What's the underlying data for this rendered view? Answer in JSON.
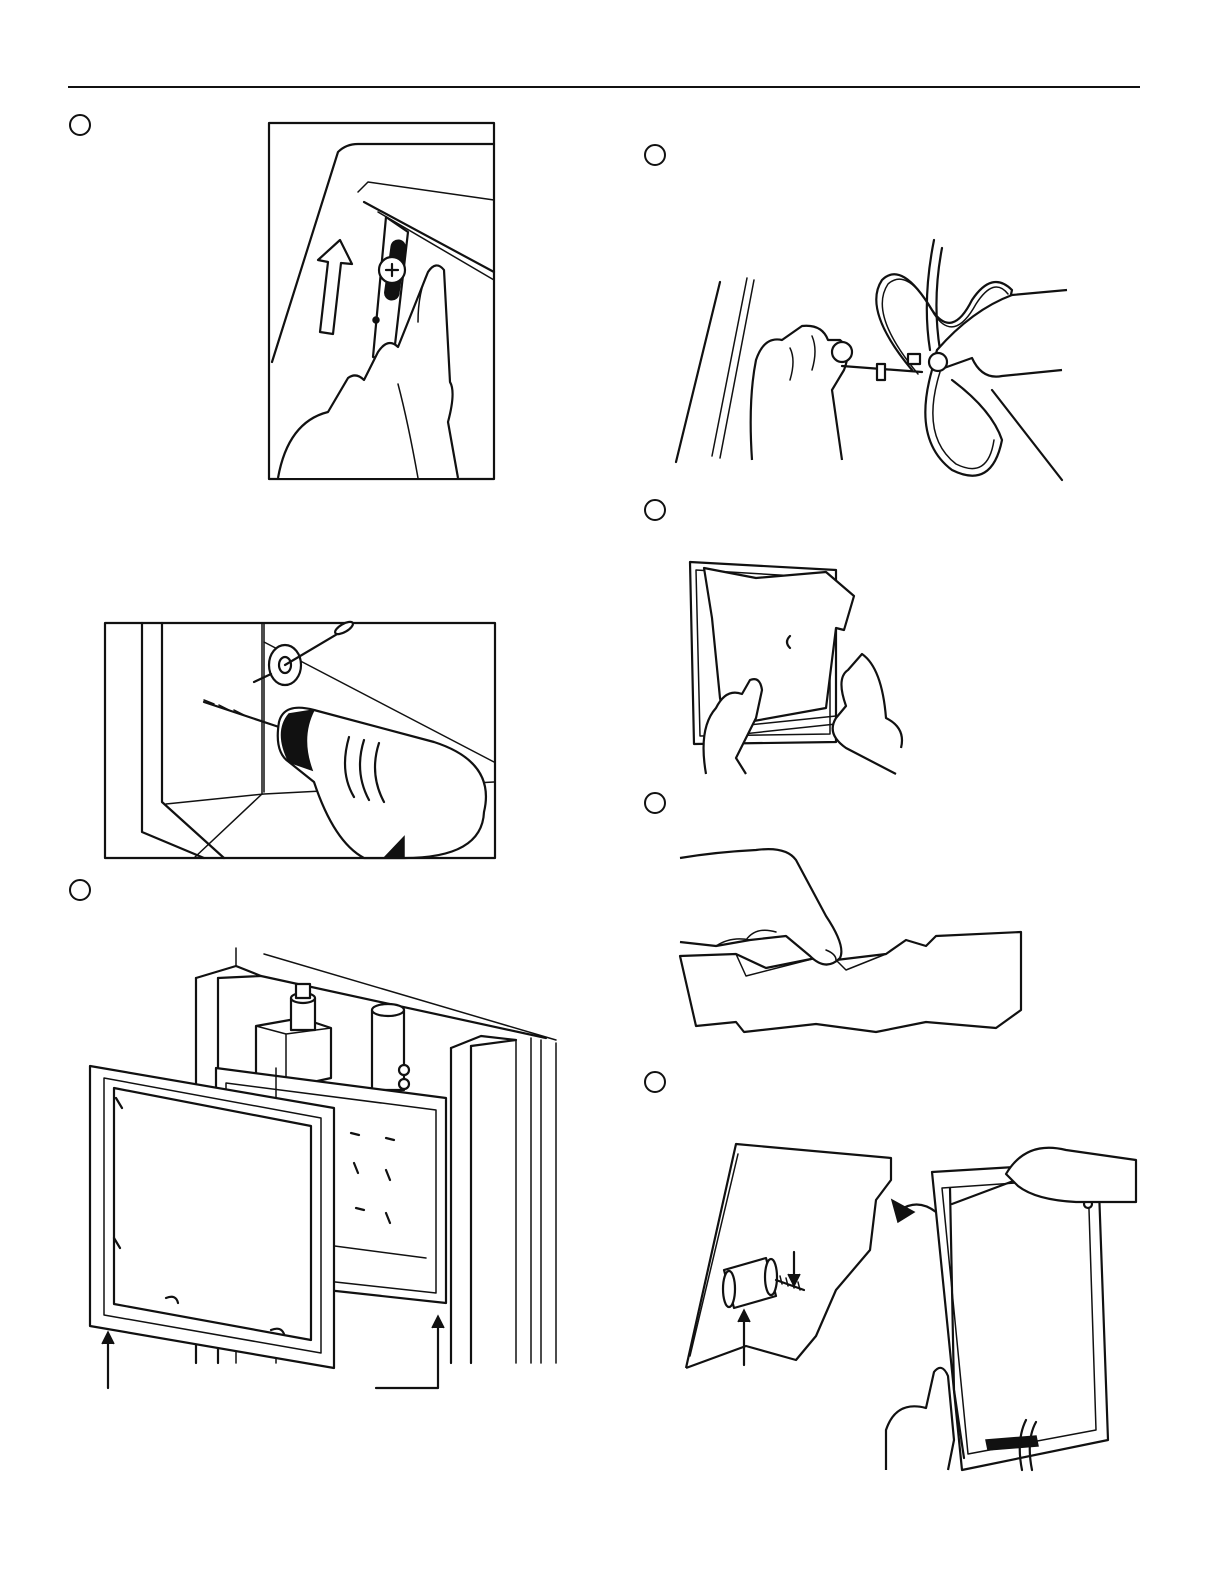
{
  "page": {
    "steps": [
      {
        "id": "step-1",
        "icon": "step-marker-circle"
      },
      {
        "id": "step-2",
        "icon": "step-marker-circle"
      },
      {
        "id": "step-3",
        "icon": "step-marker-circle"
      },
      {
        "id": "step-4",
        "icon": "step-marker-circle"
      },
      {
        "id": "step-5",
        "icon": "step-marker-circle"
      },
      {
        "id": "step-6",
        "icon": "step-marker-circle"
      }
    ],
    "illustrations": [
      "screw-bracket-illustration",
      "drill-anchor-illustration",
      "frame-assembly-illustration",
      "cable-tie-illustration",
      "panel-insert-illustration",
      "tab-bend-illustration",
      "mount-screw-illustration"
    ],
    "colors": {
      "ink": "#111111",
      "paper": "#ffffff"
    }
  }
}
